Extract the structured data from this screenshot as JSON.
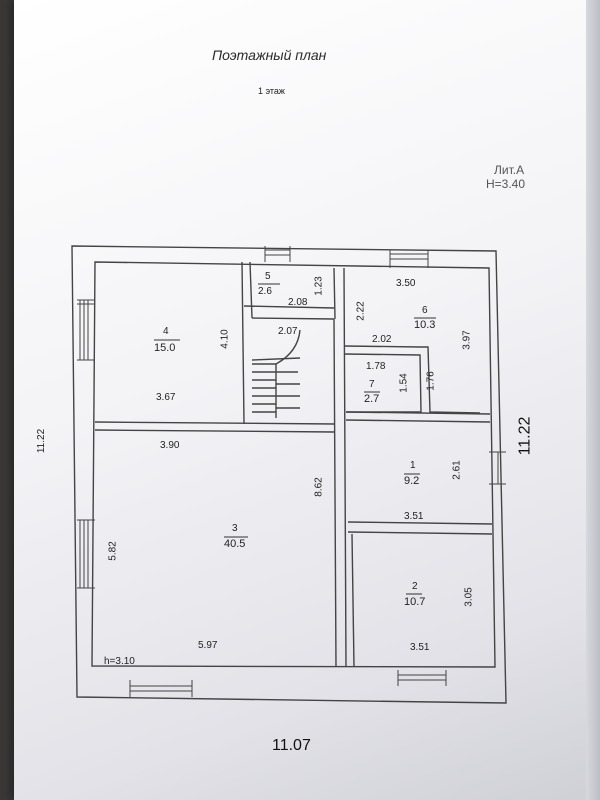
{
  "header": {
    "title": "Поэтажный план",
    "floor": "1 этаж",
    "lit_label": "Лит.А",
    "height_label": "H=3.40"
  },
  "overall": {
    "width_bottom": "11.07",
    "height_left": "11.22",
    "height_right": "11.22",
    "room_height": "h=3.10"
  },
  "rooms": [
    {
      "number": "4",
      "area": "15.0"
    },
    {
      "number": "5",
      "area": "2.6"
    },
    {
      "number": "6",
      "area": "10.3"
    },
    {
      "number": "7",
      "area": "2.7"
    },
    {
      "number": "1",
      "area": "9.2"
    },
    {
      "number": "3",
      "area": "40.5"
    },
    {
      "number": "2",
      "area": "10.7"
    }
  ],
  "dimensions": {
    "r4_height": "4.10",
    "r4_width": "3.67",
    "r5_width": "2.08",
    "r5_height": "1.23",
    "stair_width": "2.07",
    "r6_top": "3.50",
    "r6_left": "2.22",
    "r6_right": "3.97",
    "r6_bottom": "2.02",
    "r7_width": "1.78",
    "r7_height": "1.54",
    "r6_inner": "1.76",
    "r3_top": "3.90",
    "r3_right": "8.62",
    "r3_left": "5.82",
    "r3_bottom": "5.97",
    "r1_right": "2.61",
    "r1_bottom": "3.51",
    "r2_right": "3.05",
    "r2_bottom": "3.51"
  }
}
